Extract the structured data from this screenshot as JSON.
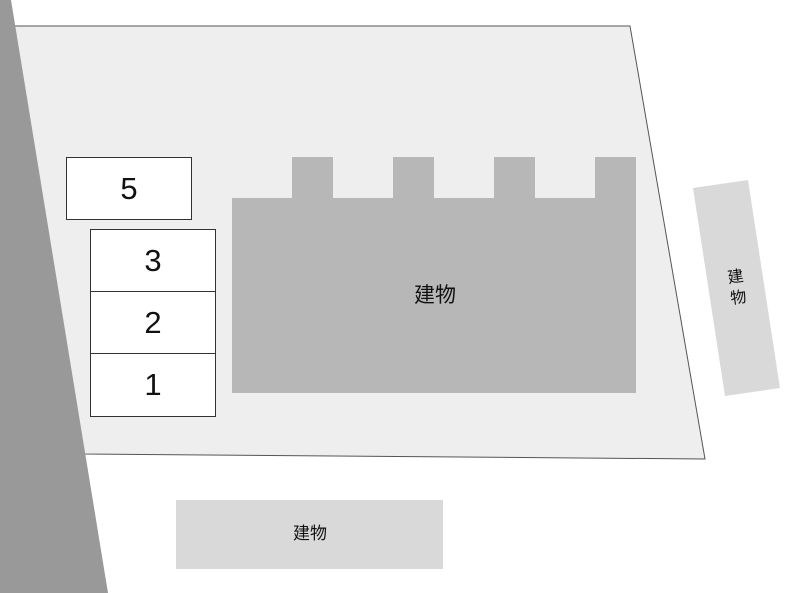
{
  "parking_slots": [
    {
      "id": "slot-5",
      "label": "5"
    },
    {
      "id": "slot-3",
      "label": "3"
    },
    {
      "id": "slot-2",
      "label": "2"
    },
    {
      "id": "slot-1",
      "label": "1"
    }
  ],
  "buildings": {
    "main": {
      "label": "建物"
    },
    "right": {
      "label_line1": "建",
      "label_line2": "物"
    },
    "bottom": {
      "label": "建物"
    }
  },
  "colors": {
    "road": "#999999",
    "lot": "#eeeeee",
    "main_building": "#b7b7b7",
    "neighbor_building": "#d9d9d9",
    "slot_fill": "#ffffff",
    "outline": "#333333"
  }
}
